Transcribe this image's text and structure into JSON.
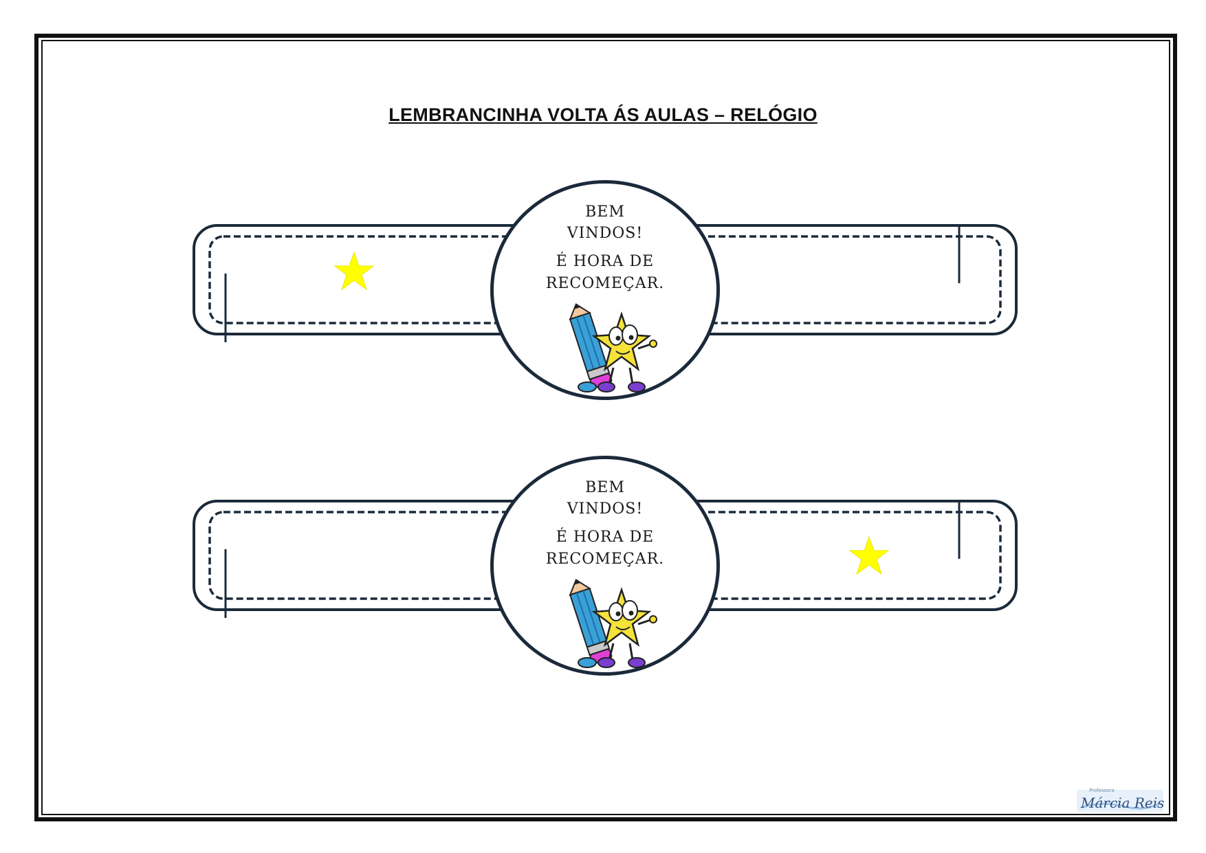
{
  "document": {
    "title": "LEMBRANCINHA VOLTA ÁS AULAS – RELÓGIO"
  },
  "watches": [
    {
      "face": {
        "line1": "BEM",
        "line2": "VINDOS!",
        "line3": "É HORA DE",
        "line4": "RECOMEÇAR."
      },
      "star_side": "left"
    },
    {
      "face": {
        "line1": "BEM",
        "line2": "VINDOS!",
        "line3": "É HORA DE",
        "line4": "RECOMEÇAR."
      },
      "star_side": "right"
    }
  ],
  "colors": {
    "outline": "#1b2a3a",
    "star": "#ffff00",
    "pencil": "#3aa0d8",
    "mascot_star": "#f5e23a"
  },
  "icons": [
    "star-icon",
    "pencil-star-mascot-icon"
  ],
  "logo": {
    "small_text": "Professora",
    "script_text": "Márcia Reis"
  }
}
